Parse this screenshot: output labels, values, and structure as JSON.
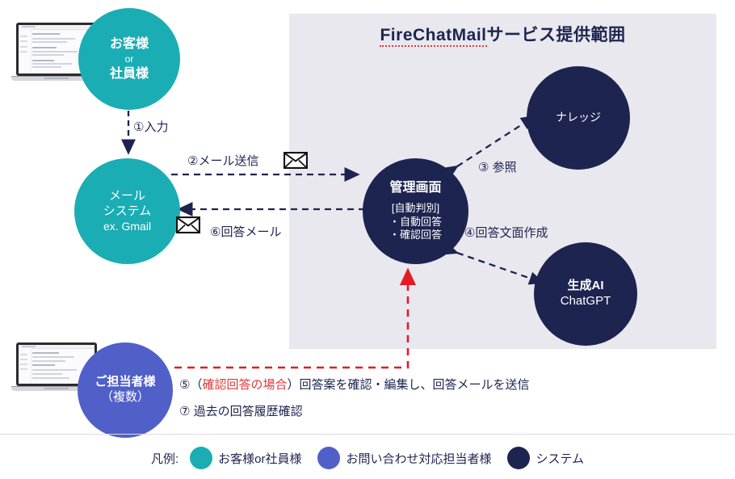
{
  "scope": {
    "brand": "FireChatMail",
    "title_rest": "サービス提供範囲"
  },
  "nodes": {
    "customer": {
      "line1": "お客様",
      "line2": "or",
      "line3": "社員様",
      "color": "#1aadb4"
    },
    "mailsystem": {
      "line1": "メール",
      "line2": "システム",
      "line3": "ex. Gmail",
      "color": "#1aadb4"
    },
    "admin": {
      "title": "管理画面",
      "line1": "[自動判別]",
      "line2": "・自動回答",
      "line3": "・確認回答",
      "color": "#1e2450"
    },
    "knowledge": {
      "label": "ナレッジ",
      "color": "#1e2450"
    },
    "ai": {
      "line1": "生成AI",
      "line2": "ChatGPT",
      "color": "#1e2450"
    },
    "staff": {
      "line1": "ご担当者様",
      "line2": "（複数）",
      "color": "#5060c8"
    }
  },
  "flows": {
    "step1": "①入力",
    "step2": "②メール送信",
    "step3": "③ 参照",
    "step4": "④回答文面作成",
    "step6": "⑥回答メール"
  },
  "notes": {
    "step5_prefix": "⑤（",
    "step5_red": "確認回答の場合",
    "step5_suffix": "）回答案を確認・編集し、回答メールを送信",
    "step7": "⑦  過去の回答履歴確認"
  },
  "legend": {
    "title": "凡例:",
    "items": [
      {
        "label": "お客様or社員様",
        "color": "#1aadb4"
      },
      {
        "label": "お問い合わせ対応担当者様",
        "color": "#5060c8"
      },
      {
        "label": "システム",
        "color": "#1e2450"
      }
    ]
  },
  "icons": {
    "envelope_send": "envelope-icon",
    "envelope_reply": "envelope-icon"
  }
}
